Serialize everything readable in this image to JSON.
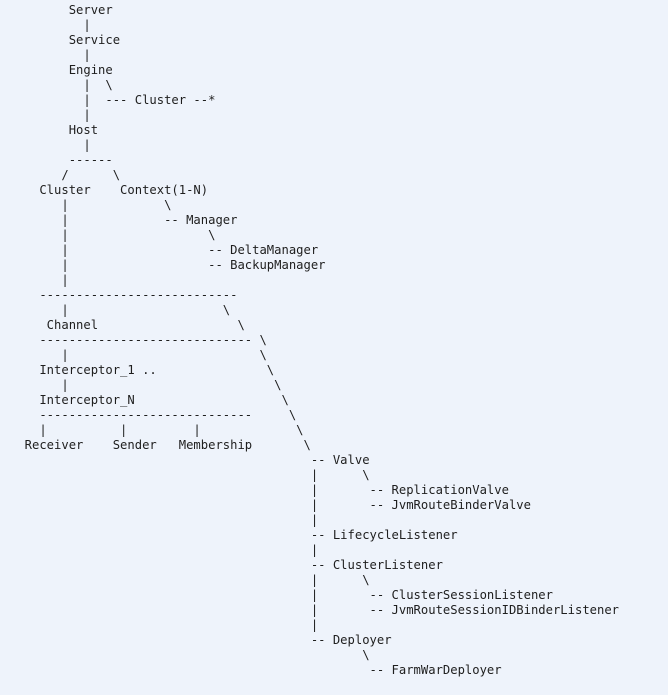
{
  "diagram": {
    "lines": [
      "        Server",
      "          |",
      "        Service",
      "          |",
      "        Engine",
      "          |  \\",
      "          |  --- Cluster --*",
      "          |",
      "        Host",
      "          |",
      "        ------",
      "       /      \\",
      "    Cluster    Context(1-N)",
      "       |             \\",
      "       |             -- Manager",
      "       |                   \\",
      "       |                   -- DeltaManager",
      "       |                   -- BackupManager",
      "       |",
      "    ---------------------------",
      "       |                     \\",
      "     Channel                   \\",
      "    ----------------------------- \\",
      "       |                          \\",
      "    Interceptor_1 ..               \\",
      "       |                            \\",
      "    Interceptor_N                    \\",
      "    -----------------------------     \\",
      "    |          |         |             \\",
      "  Receiver    Sender   Membership       \\",
      "                                         -- Valve",
      "                                         |      \\",
      "                                         |       -- ReplicationValve",
      "                                         |       -- JvmRouteBinderValve",
      "                                         |",
      "                                         -- LifecycleListener",
      "                                         |",
      "                                         -- ClusterListener",
      "                                         |      \\",
      "                                         |       -- ClusterSessionListener",
      "                                         |       -- JvmRouteSessionIDBinderListener",
      "                                         |",
      "                                         -- Deployer",
      "                                                \\",
      "                                                 -- FarmWarDeployer"
    ]
  }
}
